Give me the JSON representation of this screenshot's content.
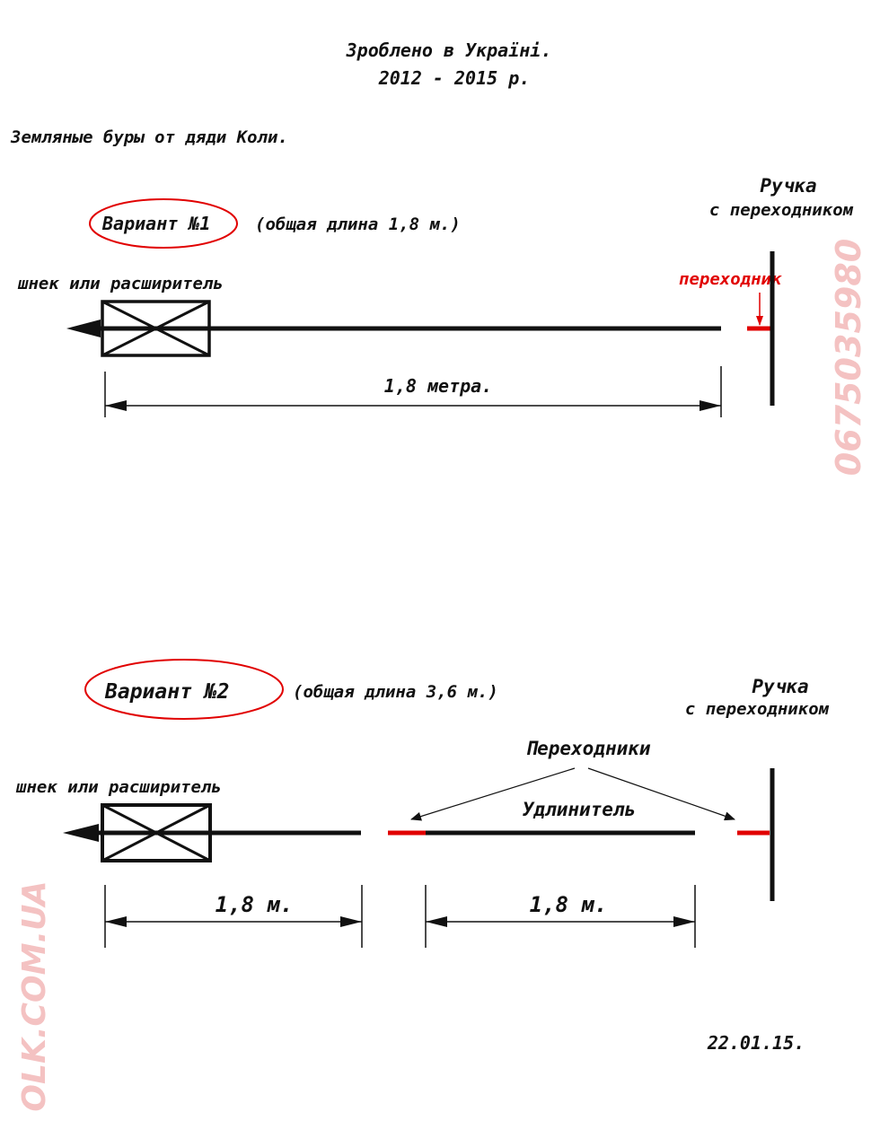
{
  "header": {
    "line1": "Зроблено в Україні.",
    "line2": "2012 - 2015 р."
  },
  "subtitle": "Земляные буры от дяди Коли.",
  "variant1": {
    "title": "Вариант №1",
    "total_length": "(общая длина 1,8 м.)",
    "auger_label": "шнек или расширитель",
    "adapter_label": "переходник",
    "handle_label_line1": "Ручка",
    "handle_label_line2": "с переходником",
    "dimension_label": "1,8 метра."
  },
  "variant2": {
    "title": "Вариант №2",
    "total_length": "(общая длина 3,6 м.)",
    "auger_label": "шнек или расширитель",
    "adapters_label": "Переходники",
    "extension_label": "Удлинитель",
    "handle_label_line1": "Ручка",
    "handle_label_line2": "с переходником",
    "dimension_label_1": "1,8 м.",
    "dimension_label_2": "1,8  м."
  },
  "date": "22.01.15.",
  "watermarks": {
    "phone": "0675035980",
    "site": "OLK.COM.UA"
  },
  "colors": {
    "line": "#111111",
    "accent_red": "#e10000",
    "watermark_pink": "#f4c2c2"
  }
}
